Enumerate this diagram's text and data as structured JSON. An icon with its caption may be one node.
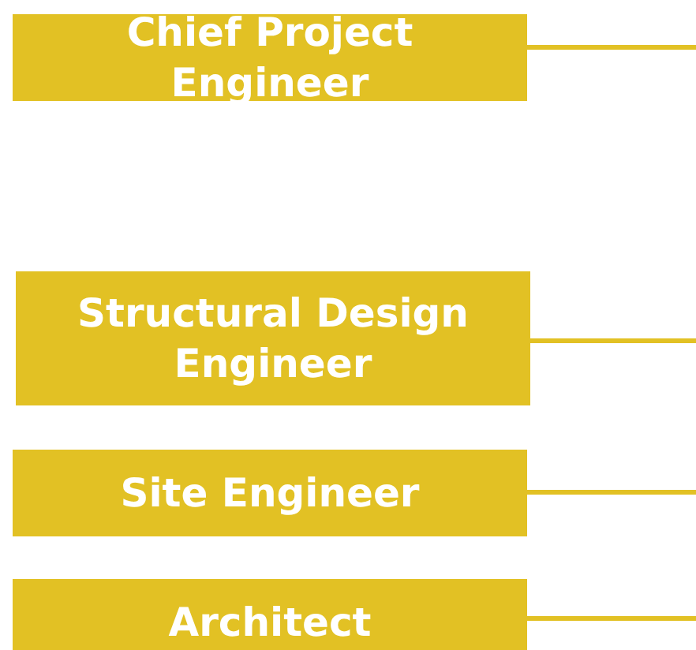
{
  "diagram": {
    "nodes": [
      {
        "text": [
          "Chief Project Engineer"
        ]
      },
      {
        "text": [
          "Structural Design Engineer"
        ]
      },
      {
        "text": [
          "Site Engineer"
        ]
      },
      {
        "text": [
          "Architect"
        ]
      }
    ],
    "edges": [
      {
        "from": 0,
        "to": null,
        "arrow": "none"
      },
      {
        "from": 1,
        "to": null,
        "arrow": "none"
      },
      {
        "from": 2,
        "to": null,
        "arrow": "none"
      },
      {
        "from": 3,
        "to": null,
        "arrow": "none"
      }
    ]
  }
}
